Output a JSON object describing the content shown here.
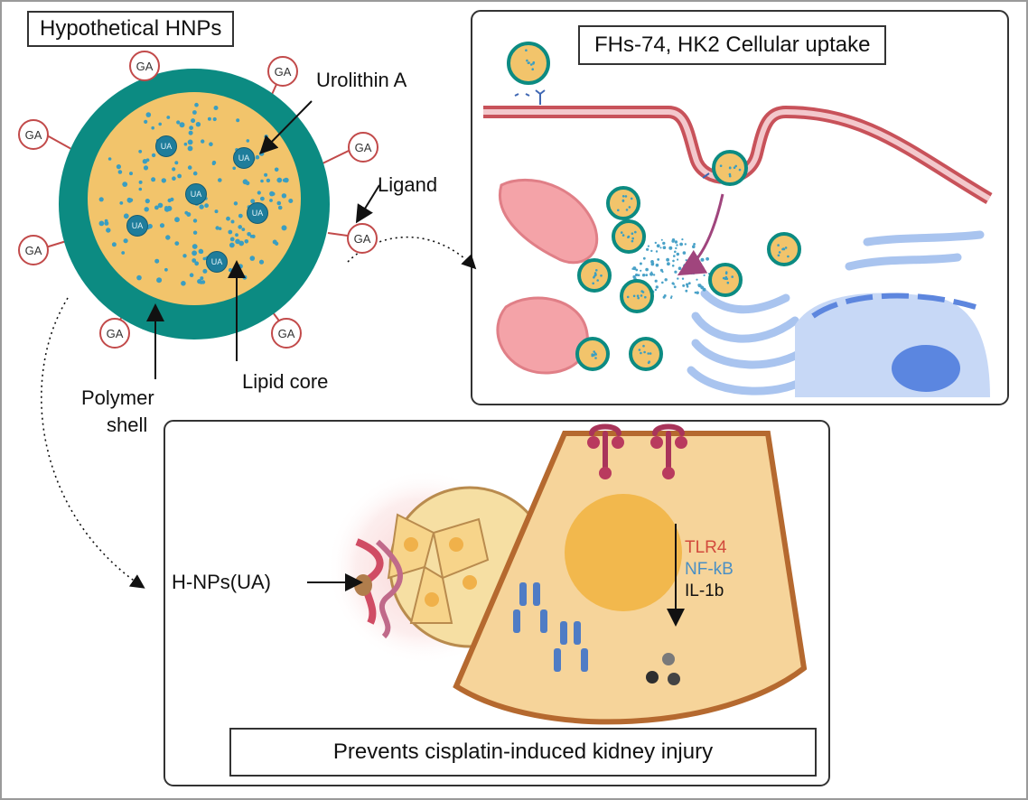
{
  "diagram": {
    "title": "Hypothetical HNPs",
    "uptake_title": "FHs-74, HK2 Cellular uptake",
    "labels": {
      "urolithin": "Urolithin A",
      "ligand": "Ligand",
      "lipid_core": "Lipid core",
      "polymer_shell_1": "Polymer",
      "polymer_shell_2": "shell",
      "hnp_ua": "H-NPs(UA)"
    },
    "ligand_label": "GA",
    "drug_label": "UA",
    "pathway": [
      {
        "text": "TLR4",
        "color": "#d24a3c"
      },
      {
        "text": "NF-kB",
        "color": "#4a8fc4"
      },
      {
        "text": "IL-1b",
        "color": "#111111"
      }
    ],
    "conclusion": "Prevents cisplatin-induced kidney injury"
  }
}
